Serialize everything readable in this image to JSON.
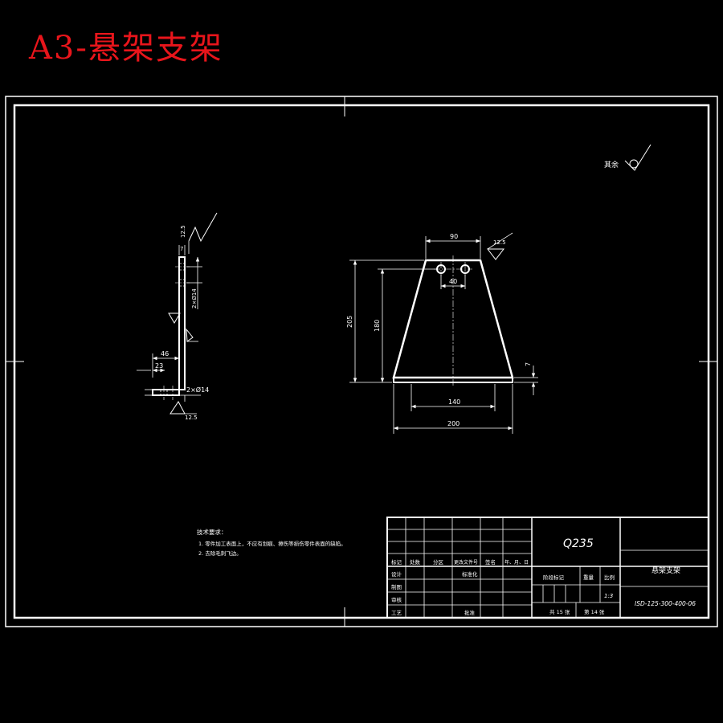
{
  "heading": "A3-悬架支架",
  "surface_note": "其余",
  "roughness": {
    "side_top": "12.5",
    "side_bottom": "12.5",
    "front_top": "12.5"
  },
  "side_view": {
    "dim_top": "7",
    "dim_holes": "2×Ø14",
    "dim_46": "46",
    "dim_23": "23",
    "dim_bottom_holes": "2×Ø14"
  },
  "front_view": {
    "dim_90": "90",
    "dim_40": "40",
    "dim_205": "205",
    "dim_180": "180",
    "dim_7": "7",
    "dim_140": "140",
    "dim_200": "200"
  },
  "tech_requirements": {
    "title": "技术要求：",
    "line1": "1. 零件加工表面上，不应有划痕、擦伤等损伤零件表面的缺陷。",
    "line2": "2. 去除毛刺飞边。"
  },
  "title_block": {
    "material": "Q235",
    "part_name": "悬架支架",
    "drawing_no": "ISD-125-300-400-06",
    "scale": "1:3",
    "sheets_total": "共 15 张",
    "sheet_no": "第 14 张",
    "headers": [
      "标记",
      "处数",
      "分区",
      "更改文件号",
      "签名",
      "年、月、日"
    ],
    "row_design": "设计",
    "row_standard": "标准化",
    "row_draw": "制图",
    "row_check": "审核",
    "row_process": "工艺",
    "row_approve": "批准",
    "stage_mark": "阶段标记",
    "weight": "重量",
    "scale_label": "比例"
  }
}
